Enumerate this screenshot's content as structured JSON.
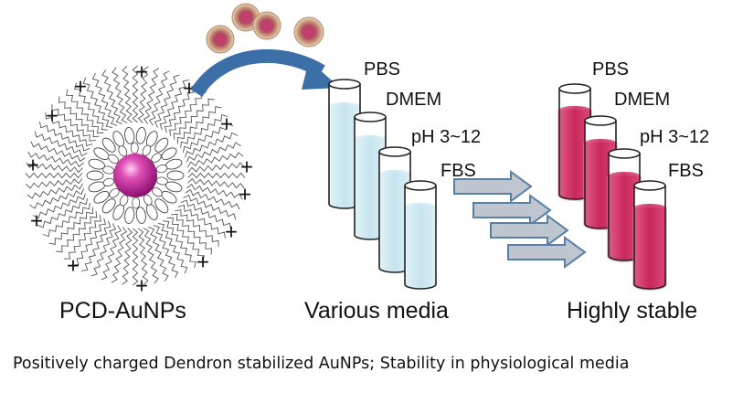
{
  "diagram": {
    "panels": {
      "left_label": "PCD-AuNPs",
      "middle_label": "Various media",
      "right_label": "Highly stable"
    },
    "charge_symbol": "+",
    "media": [
      "PBS",
      "DMEM",
      "pH 3~12",
      "FBS"
    ],
    "colors": {
      "gold_core": "#d633a6",
      "middle_liquid": "#cfe9f1",
      "right_liquid": "#c8285a",
      "arrow_blue": "#3c6fa8",
      "chevron_fill": "#bfc6cf",
      "chevron_stroke": "#5a7fa6"
    }
  },
  "caption": "Positively charged Dendron stabilized AuNPs; Stability in physiological media"
}
